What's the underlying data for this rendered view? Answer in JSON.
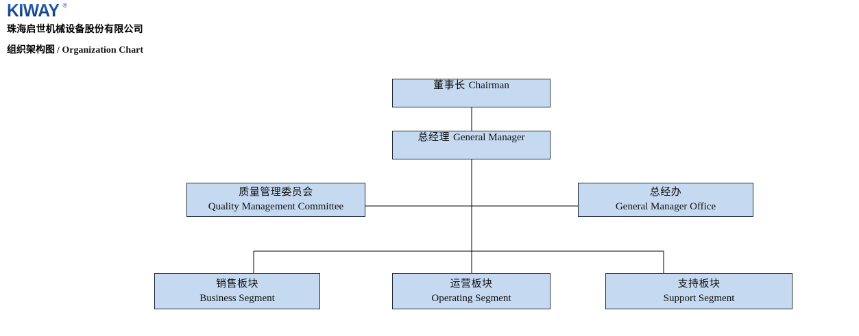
{
  "header": {
    "logo_text": "KIWAY",
    "logo_trademark": "®",
    "logo_color": "#1b4f9c",
    "company_name": "珠海启世机械设备股份有限公司",
    "title_cn": "组织架构图",
    "title_en": "/ Organization Chart"
  },
  "chart_data": {
    "type": "diagram",
    "title": "组织架构图 / Organization Chart",
    "node_fill": "#c5d9f1",
    "node_border": "#1c2a3a",
    "connector_color": "#000000",
    "nodes": [
      {
        "id": "chairman",
        "cn": "董事长",
        "en": "Chairman",
        "layout": "inline",
        "level": 1
      },
      {
        "id": "general-manager",
        "cn": "总经理",
        "en": "General Manager",
        "layout": "inline",
        "level": 2
      },
      {
        "id": "quality-management-committee",
        "cn": "质量管理委员会",
        "en": "Quality Management Committee",
        "layout": "stacked",
        "level": 3
      },
      {
        "id": "general-manager-office",
        "cn": "总经办",
        "en": "General Manager Office",
        "layout": "stacked",
        "level": 3
      },
      {
        "id": "business-segment",
        "cn": "销售板块",
        "en": "Business Segment",
        "layout": "stacked",
        "level": 4
      },
      {
        "id": "operating-segment",
        "cn": "运营板块",
        "en": "Operating Segment",
        "layout": "stacked",
        "level": 4
      },
      {
        "id": "support-segment",
        "cn": "支持板块",
        "en": "Support Segment",
        "layout": "stacked",
        "level": 4
      }
    ],
    "edges": [
      {
        "from": "chairman",
        "to": "general-manager"
      },
      {
        "from": "general-manager",
        "to": "quality-management-committee"
      },
      {
        "from": "general-manager",
        "to": "general-manager-office"
      },
      {
        "from": "general-manager",
        "to": "business-segment"
      },
      {
        "from": "general-manager",
        "to": "operating-segment"
      },
      {
        "from": "general-manager",
        "to": "support-segment"
      }
    ]
  }
}
